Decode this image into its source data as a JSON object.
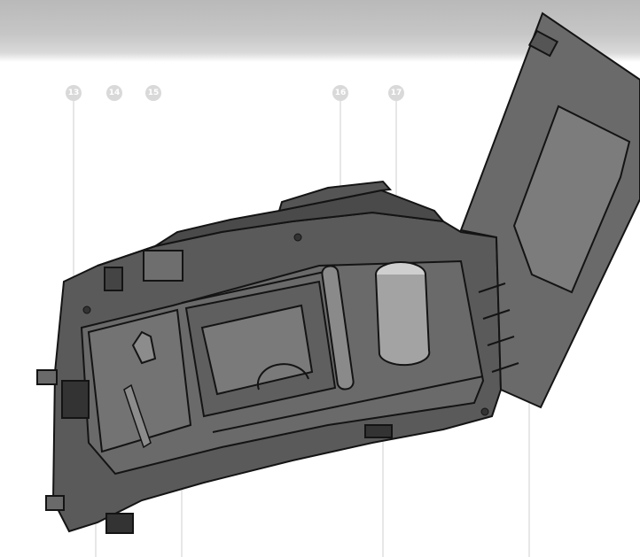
{
  "callouts": {
    "c13": "13",
    "c14": "14",
    "c15": "15",
    "c16": "16",
    "c17": "17"
  },
  "colors": {
    "body_fill": "#5a5a5a",
    "line": "#141414",
    "callout_fill": "#d9d9d9",
    "leader": "#cfcfcf",
    "background_band": "#c4c4c4"
  }
}
